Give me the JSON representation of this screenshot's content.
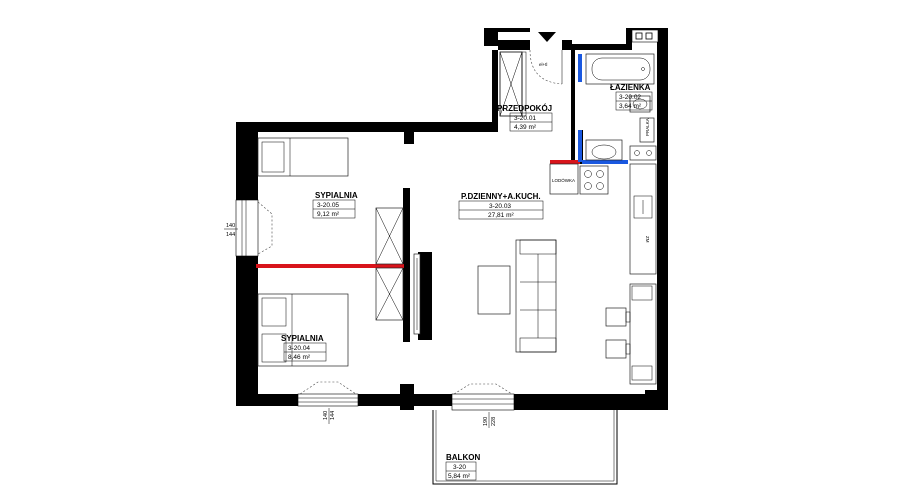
{
  "rooms": [
    {
      "id": "przedpokoj",
      "name": "PRZEDPOKÓJ",
      "code": "3-20.01",
      "area": "4,39 m²"
    },
    {
      "id": "lazienka",
      "name": "ŁAZIENKA",
      "code": "3-20.02",
      "area": "3,64 m²"
    },
    {
      "id": "sypialnia1",
      "name": "SYPIALNIA",
      "code": "3-20.05",
      "area": "9,12 m²"
    },
    {
      "id": "dzienny",
      "name": "P.DZIENNY+A.KUCH.",
      "code": "3-20.03",
      "area": "27,81 m²"
    },
    {
      "id": "sypialnia2",
      "name": "SYPIALNIA",
      "code": "3-20.04",
      "area": "8,46 m²"
    },
    {
      "id": "balkon",
      "name": "BALKON",
      "code": "3-20",
      "area": "5,84 m²"
    }
  ],
  "labels": {
    "lodowka": "LODÓWKA",
    "pralka": "PRALKA",
    "zm": "ZM",
    "entry_mark": "el+tl"
  },
  "dimensions": {
    "left_window_a": "140",
    "left_window_b": "144",
    "bottom_window1_a": "140",
    "bottom_window1_b": "144",
    "bottom_window2_a": "190",
    "bottom_window2_b": "228"
  }
}
